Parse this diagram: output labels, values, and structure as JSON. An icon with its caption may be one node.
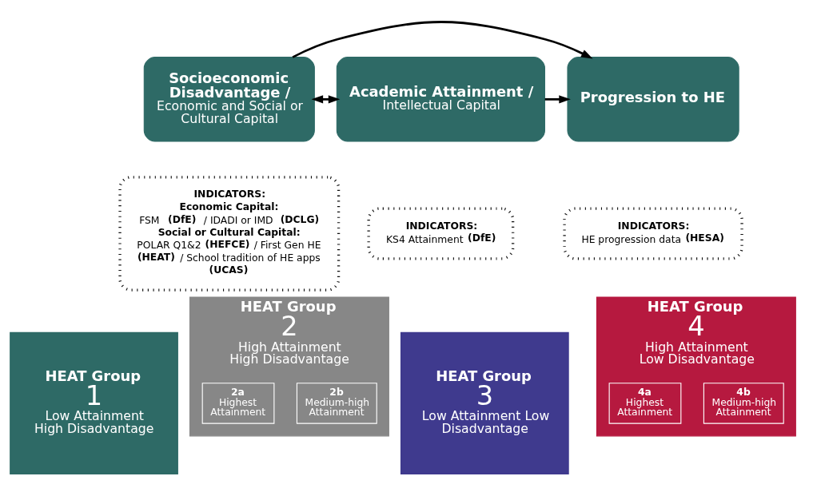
{
  "diagram": {
    "nodes": [
      {
        "text": [
          "Socioeconomic Disadvantage /",
          "Economic and Social or Cultural Capital"
        ]
      },
      {
        "text": [
          "Academic Attainment /",
          "Intellectual Capital"
        ]
      },
      {
        "text": [
          "Progression to HE"
        ]
      },
      {
        "text": [
          "INDICATORS:",
          "Economic Capital:",
          "FSM **(DfE)** / IDADI or IMD **(DCLG)**",
          "Social or Cultural Capital:",
          "POLAR Q1&2 **(HEFCE)** / First Gen HE **(HEAT)** / School tradition of HE apps **(UCAS)**"
        ]
      },
      {
        "text": [
          "INDICATORS:",
          "KS4 Attainment **(DfE)**"
        ]
      },
      {
        "text": [
          "INDICATORS:",
          "HE progression data **(HESA)**"
        ]
      },
      {
        "text": [
          "HEAT Group",
          "1",
          "Low Attainment High Disadvantage"
        ]
      },
      {
        "text": [
          "HEAT Group",
          "2",
          "High Attainment High Disadvantage"
        ]
      },
      {
        "text": [
          "2a",
          "Highest Attainment"
        ],
        "in": 7
      },
      {
        "text": [
          "2b",
          "Medium-high Attainment"
        ],
        "in": 7
      },
      {
        "text": [
          "HEAT Group",
          "3",
          "Low Attainment Low Disadvantage"
        ]
      },
      {
        "text": [
          "HEAT Group",
          "4",
          "High Attainment Low Disadvantage"
        ]
      },
      {
        "text": [
          "4a",
          "Highest Attainment"
        ],
        "in": 11
      },
      {
        "text": [
          "4b",
          "Medium-high Attainment"
        ],
        "in": 11
      }
    ],
    "edges": [
      {
        "from": 0,
        "to": 1,
        "arrow": "both"
      },
      {
        "from": 1,
        "to": 2,
        "arrow": "to"
      },
      {
        "from": 0,
        "to": 2,
        "arrow": "to"
      }
    ]
  }
}
